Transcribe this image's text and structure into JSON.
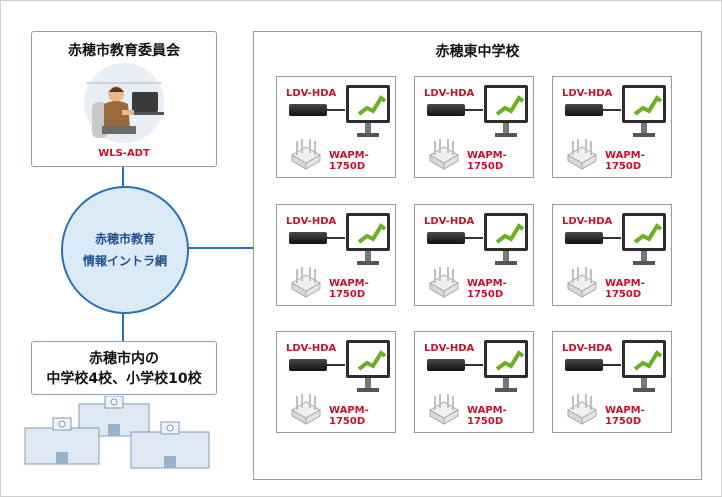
{
  "board": {
    "title": "赤穂市教育委員会",
    "device": "WLS-ADT"
  },
  "network": {
    "line1": "赤穂市教育",
    "line2": "情報イントラ網"
  },
  "schools": {
    "line1": "赤穂市内の",
    "line2": "中学校4校、小学校10校"
  },
  "main_school": {
    "title": "赤穂東中学校",
    "rooms": [
      {
        "ldv": "LDV-HDA",
        "wapm": "WAPM-1750D"
      },
      {
        "ldv": "LDV-HDA",
        "wapm": "WAPM-1750D"
      },
      {
        "ldv": "LDV-HDA",
        "wapm": "WAPM-1750D"
      },
      {
        "ldv": "LDV-HDA",
        "wapm": "WAPM-1750D"
      },
      {
        "ldv": "LDV-HDA",
        "wapm": "WAPM-1750D"
      },
      {
        "ldv": "LDV-HDA",
        "wapm": "WAPM-1750D"
      },
      {
        "ldv": "LDV-HDA",
        "wapm": "WAPM-1750D"
      },
      {
        "ldv": "LDV-HDA",
        "wapm": "WAPM-1750D"
      },
      {
        "ldv": "LDV-HDA",
        "wapm": "WAPM-1750D"
      }
    ]
  },
  "colors": {
    "network_line": "#2c6fb5",
    "label_red": "#c8102e"
  }
}
